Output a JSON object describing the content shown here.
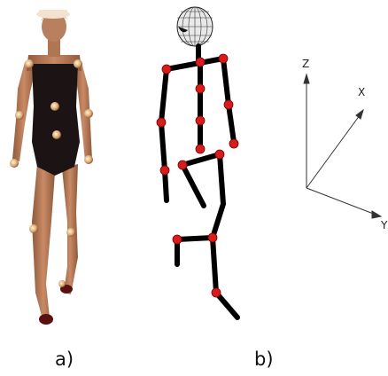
{
  "figure": {
    "caption_a": "a)",
    "caption_b": "b)"
  },
  "axes": {
    "z_label": "Z",
    "x_label": "X",
    "y_label": "Y"
  },
  "colors": {
    "marker": "#d81c1c",
    "skin": "#c98a66",
    "swimsuit": "#1c1414",
    "bone": "#000000"
  }
}
